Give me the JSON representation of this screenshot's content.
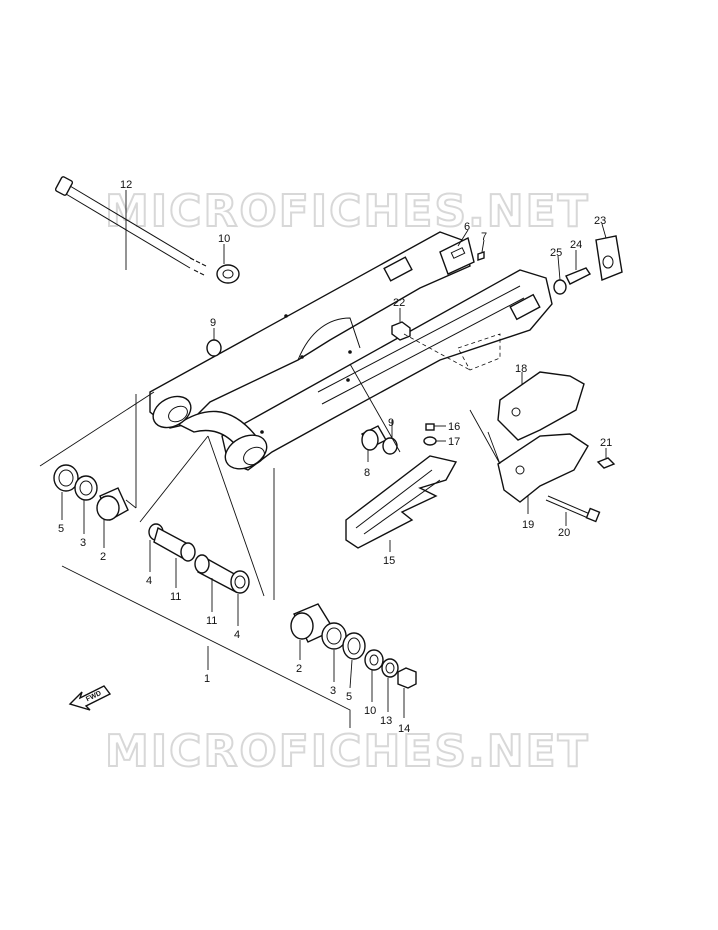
{
  "watermark": {
    "text": "MICROFICHES.NET"
  },
  "fwd_label": "FWD",
  "callouts": [
    {
      "id": "c12",
      "text": "12"
    },
    {
      "id": "c10a",
      "text": "10"
    },
    {
      "id": "c9a",
      "text": "9"
    },
    {
      "id": "c6",
      "text": "6"
    },
    {
      "id": "c7",
      "text": "7"
    },
    {
      "id": "c23",
      "text": "23"
    },
    {
      "id": "c25",
      "text": "25"
    },
    {
      "id": "c24",
      "text": "24"
    },
    {
      "id": "c22",
      "text": "22"
    },
    {
      "id": "c18",
      "text": "18"
    },
    {
      "id": "c9b",
      "text": "9"
    },
    {
      "id": "c16",
      "text": "16"
    },
    {
      "id": "c17",
      "text": "17"
    },
    {
      "id": "c8",
      "text": "8"
    },
    {
      "id": "c21",
      "text": "21"
    },
    {
      "id": "c19",
      "text": "19"
    },
    {
      "id": "c20",
      "text": "20"
    },
    {
      "id": "c15",
      "text": "15"
    },
    {
      "id": "c5a",
      "text": "5"
    },
    {
      "id": "c3a",
      "text": "3"
    },
    {
      "id": "c2a",
      "text": "2"
    },
    {
      "id": "c4a",
      "text": "4"
    },
    {
      "id": "c11a",
      "text": "11"
    },
    {
      "id": "c11b",
      "text": "11"
    },
    {
      "id": "c4b",
      "text": "4"
    },
    {
      "id": "c1",
      "text": "1"
    },
    {
      "id": "c2b",
      "text": "2"
    },
    {
      "id": "c3b",
      "text": "3"
    },
    {
      "id": "c5b",
      "text": "5"
    },
    {
      "id": "c10b",
      "text": "10"
    },
    {
      "id": "c13",
      "text": "13"
    },
    {
      "id": "c14",
      "text": "14"
    }
  ]
}
